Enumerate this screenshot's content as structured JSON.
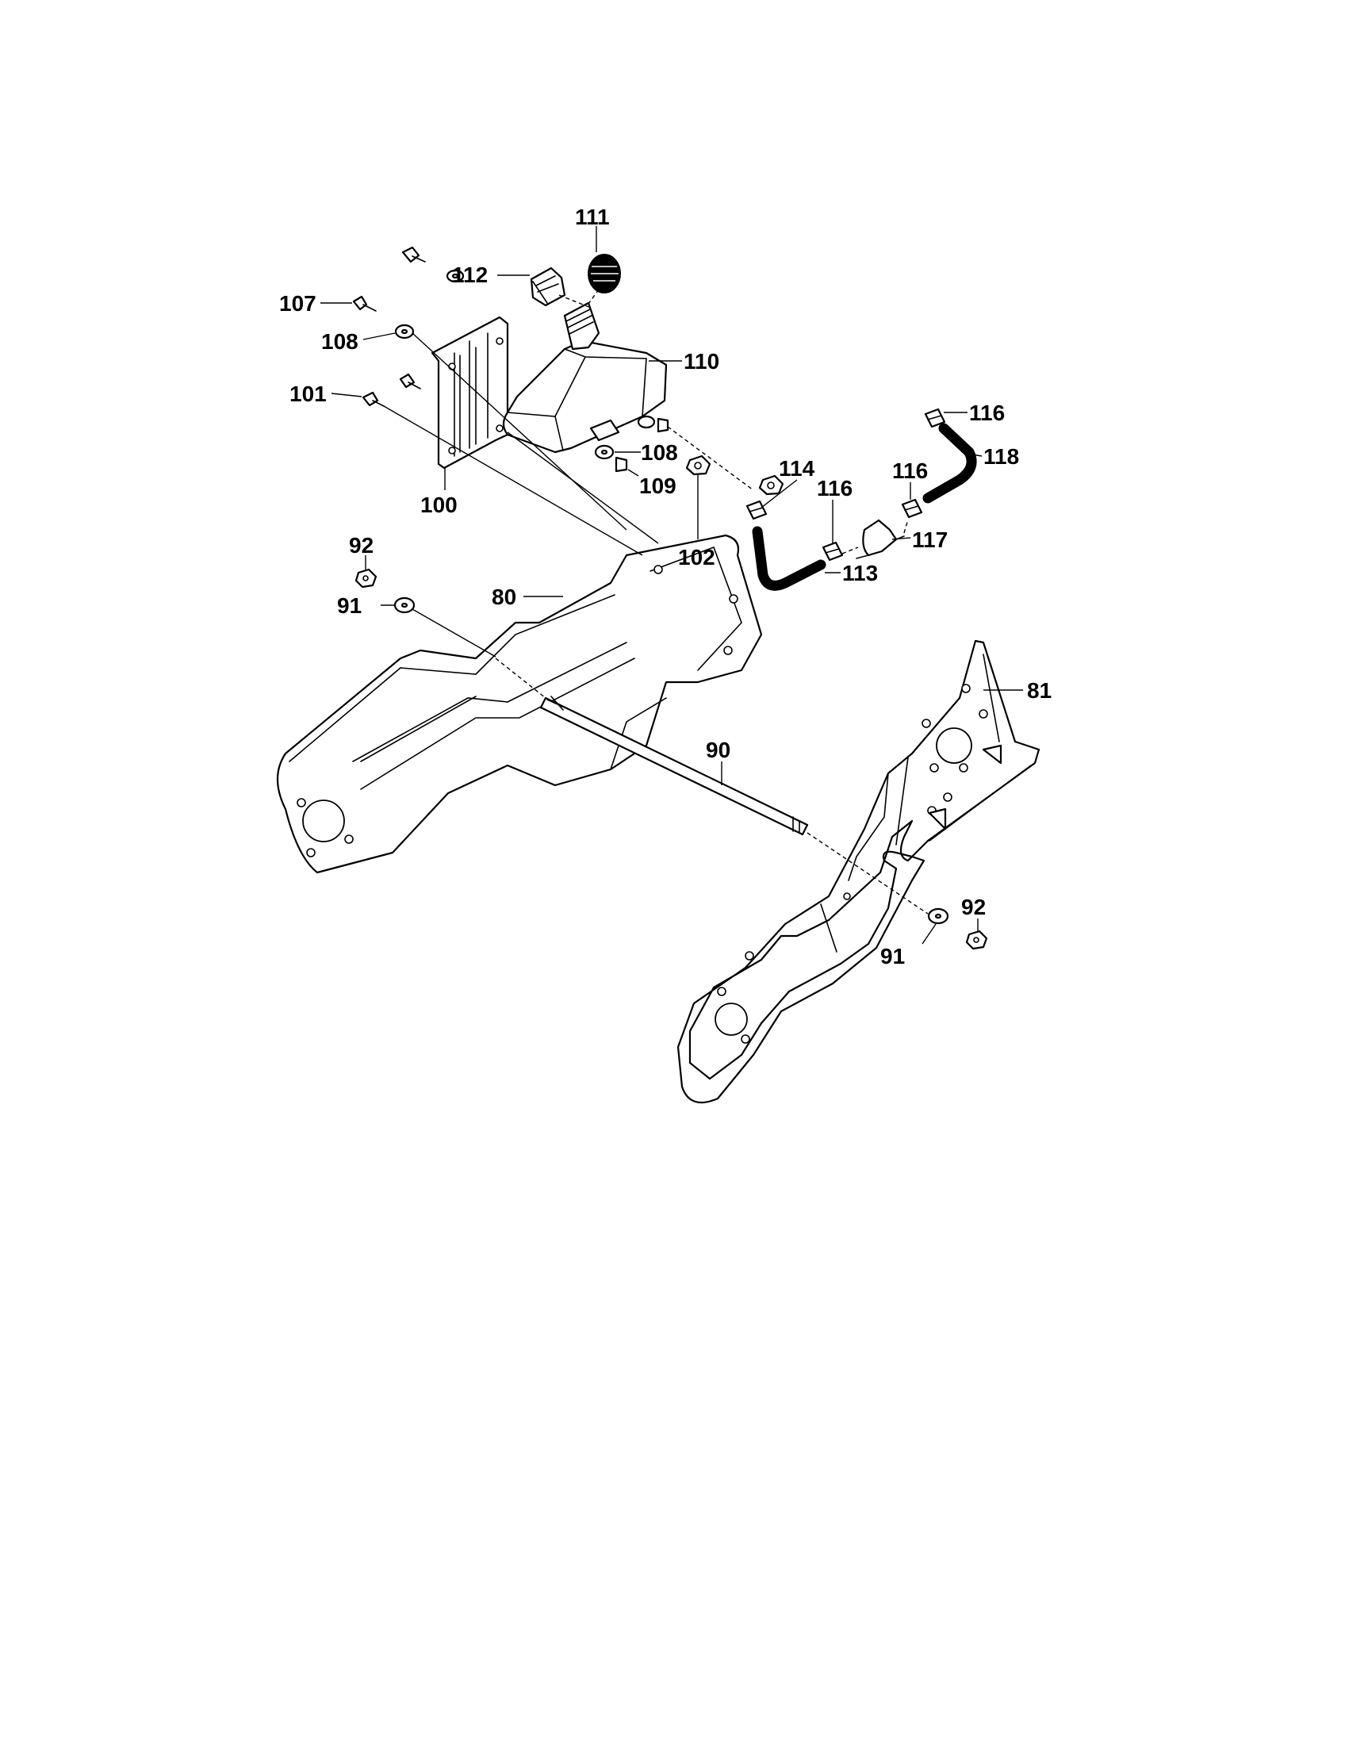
{
  "callouts": {
    "c111": "111",
    "c112": "112",
    "c107": "107",
    "c108a": "108",
    "c110": "110",
    "c101": "101",
    "c108b": "108",
    "c109": "109",
    "c100": "100",
    "c116a": "116",
    "c118": "118",
    "c114": "114",
    "c116b": "116",
    "c116c": "116",
    "c117": "117",
    "c113": "113",
    "c92a": "92",
    "c91a": "91",
    "c80": "80",
    "c102": "102",
    "c81": "81",
    "c90": "90",
    "c92b": "92",
    "c91b": "91"
  },
  "colors": {
    "line": "#000000",
    "background": "#ffffff"
  }
}
